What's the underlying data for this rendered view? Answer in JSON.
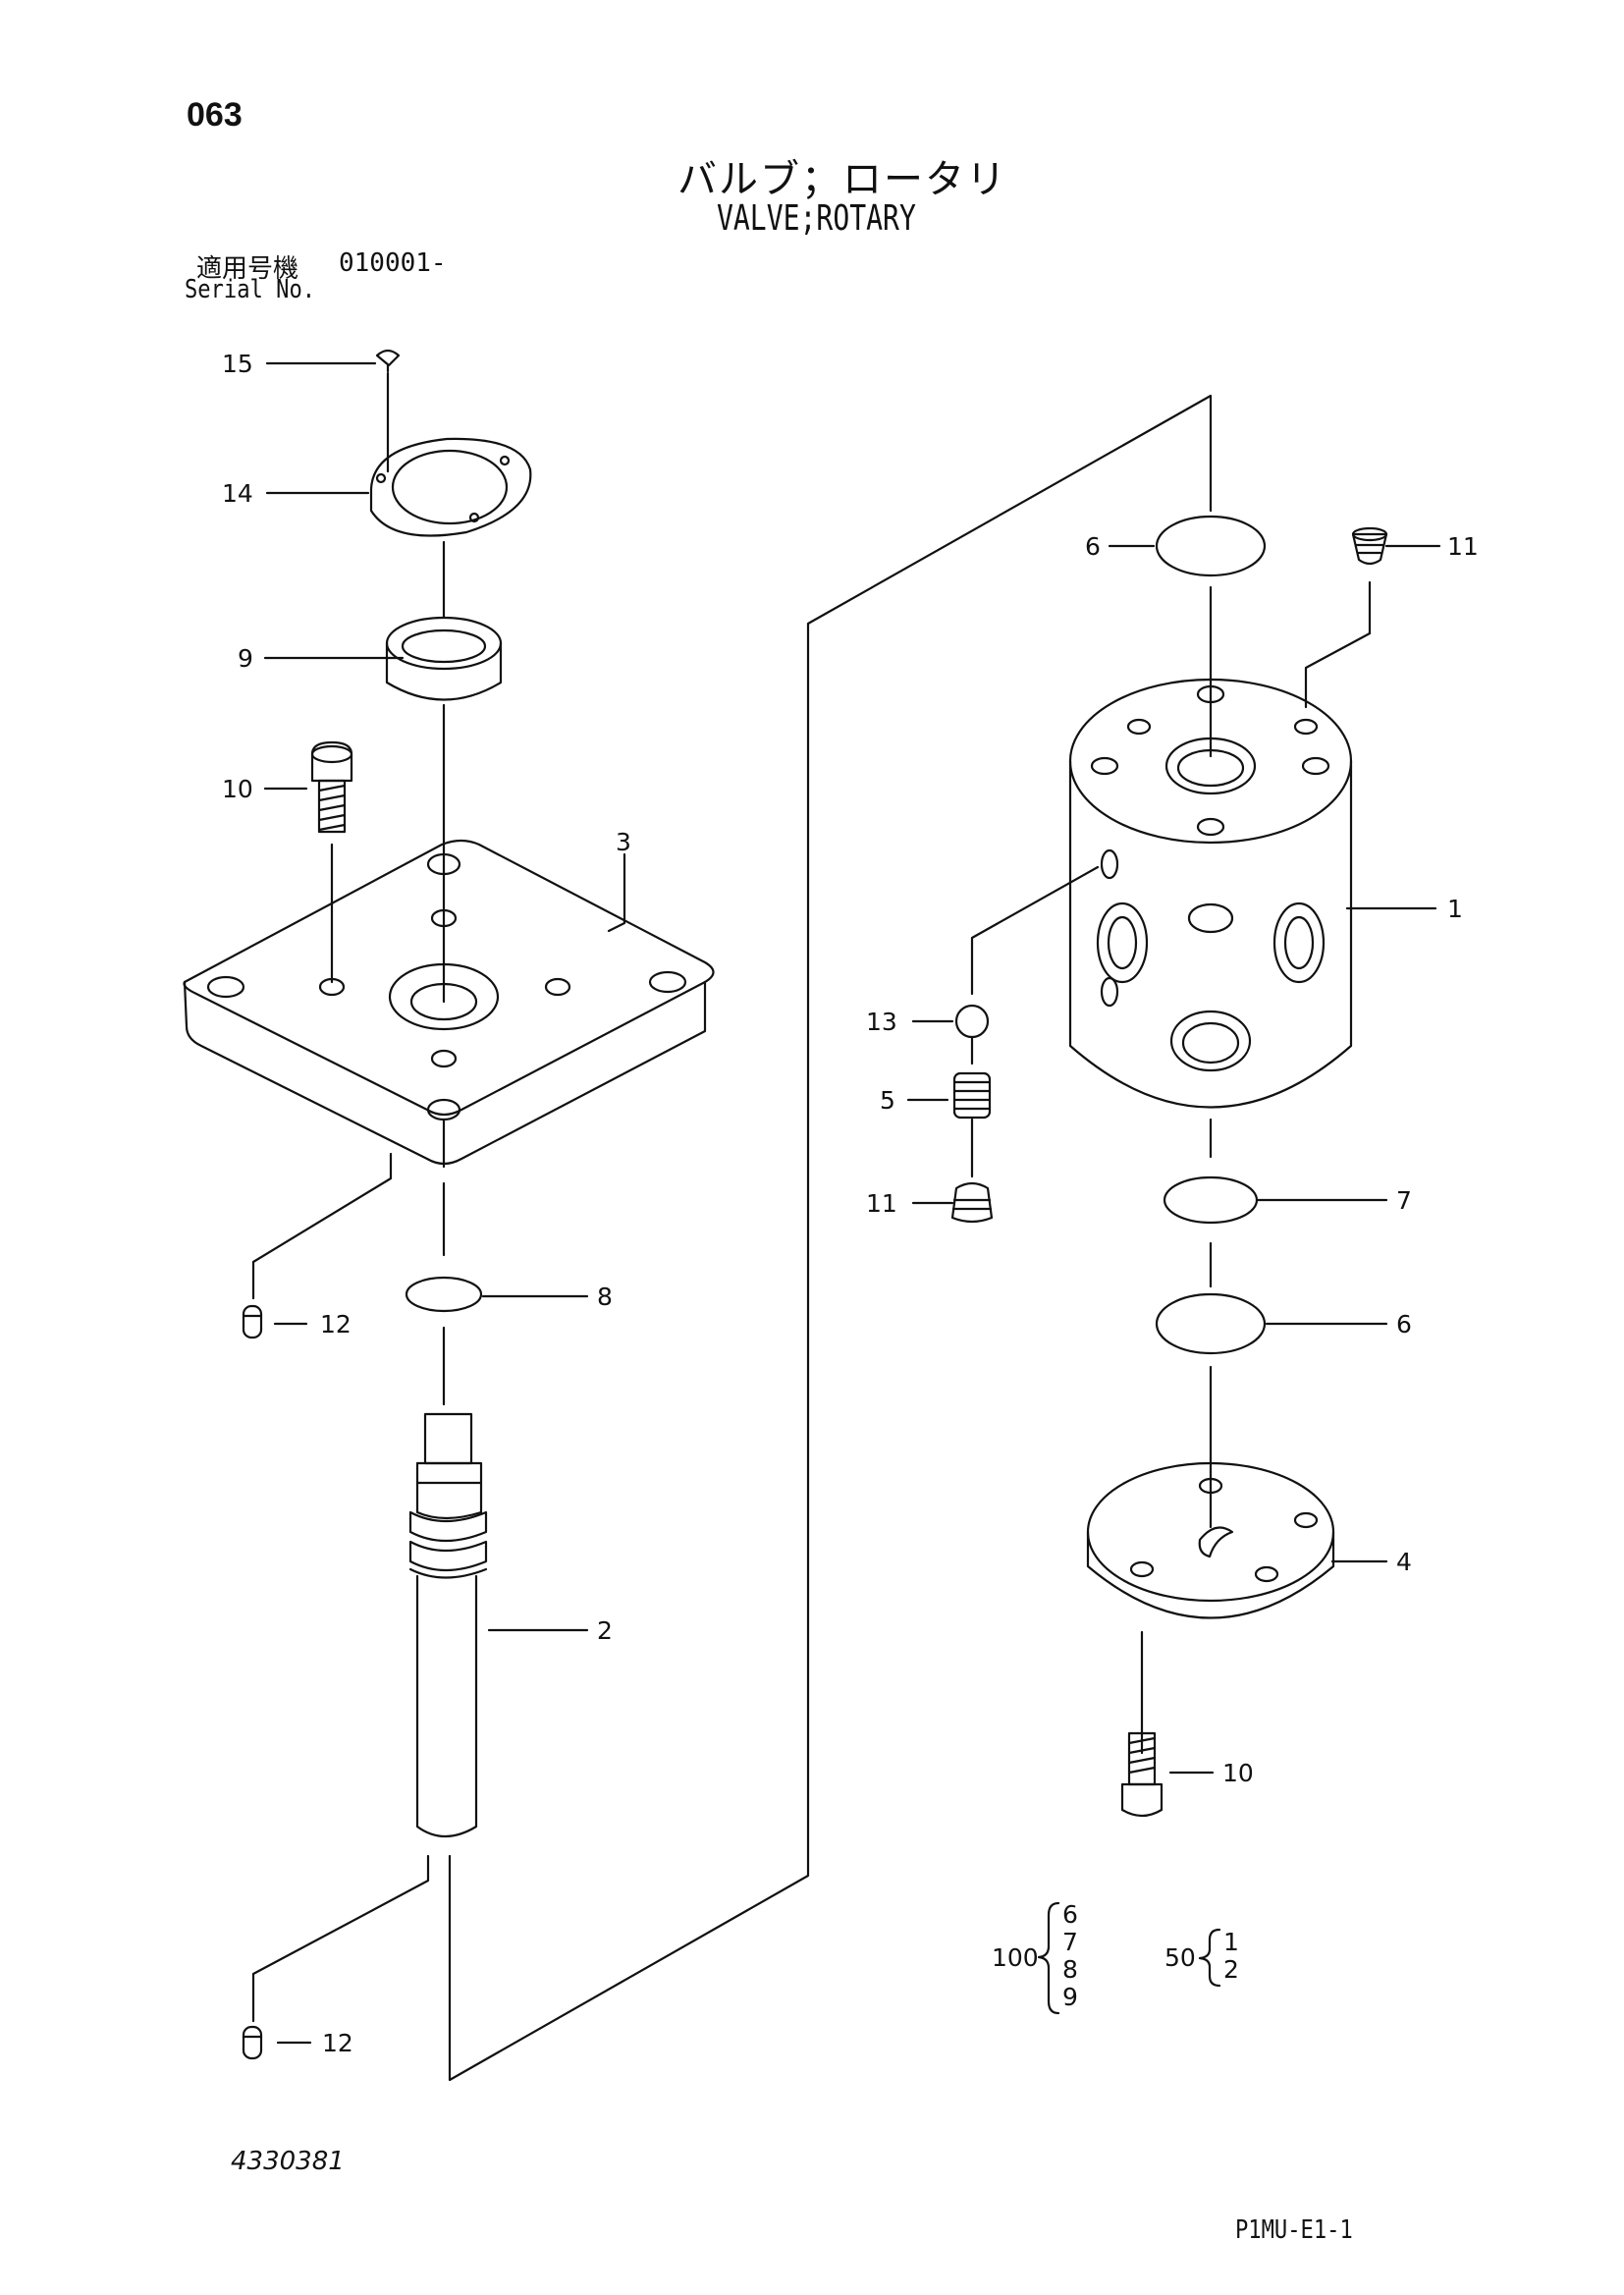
{
  "page": {
    "number": "063",
    "title_jp": "バルブ；ロータリ",
    "title_en": "VALVE;ROTARY",
    "serial_label": "適用号機",
    "serial_value": "010001-",
    "serial_label_en": "Serial No.",
    "doc_number": "4330381",
    "code": "P1MU-E1-1"
  },
  "callouts": [
    {
      "id": "c15",
      "label": "15"
    },
    {
      "id": "c14",
      "label": "14"
    },
    {
      "id": "c9",
      "label": "9"
    },
    {
      "id": "c10a",
      "label": "10"
    },
    {
      "id": "c3",
      "label": "3"
    },
    {
      "id": "c12a",
      "label": "12"
    },
    {
      "id": "c8",
      "label": "8"
    },
    {
      "id": "c2",
      "label": "2"
    },
    {
      "id": "c12b",
      "label": "12"
    },
    {
      "id": "c6a",
      "label": "6"
    },
    {
      "id": "c11a",
      "label": "11"
    },
    {
      "id": "c1",
      "label": "1"
    },
    {
      "id": "c13",
      "label": "13"
    },
    {
      "id": "c5",
      "label": "5"
    },
    {
      "id": "c11b",
      "label": "11"
    },
    {
      "id": "c7",
      "label": "7"
    },
    {
      "id": "c6b",
      "label": "6"
    },
    {
      "id": "c4",
      "label": "4"
    },
    {
      "id": "c10b",
      "label": "10"
    }
  ],
  "kits": [
    {
      "qty": "100",
      "items": [
        "6",
        "7",
        "8",
        "9"
      ]
    },
    {
      "qty": "50",
      "items": [
        "1",
        "2"
      ]
    }
  ]
}
